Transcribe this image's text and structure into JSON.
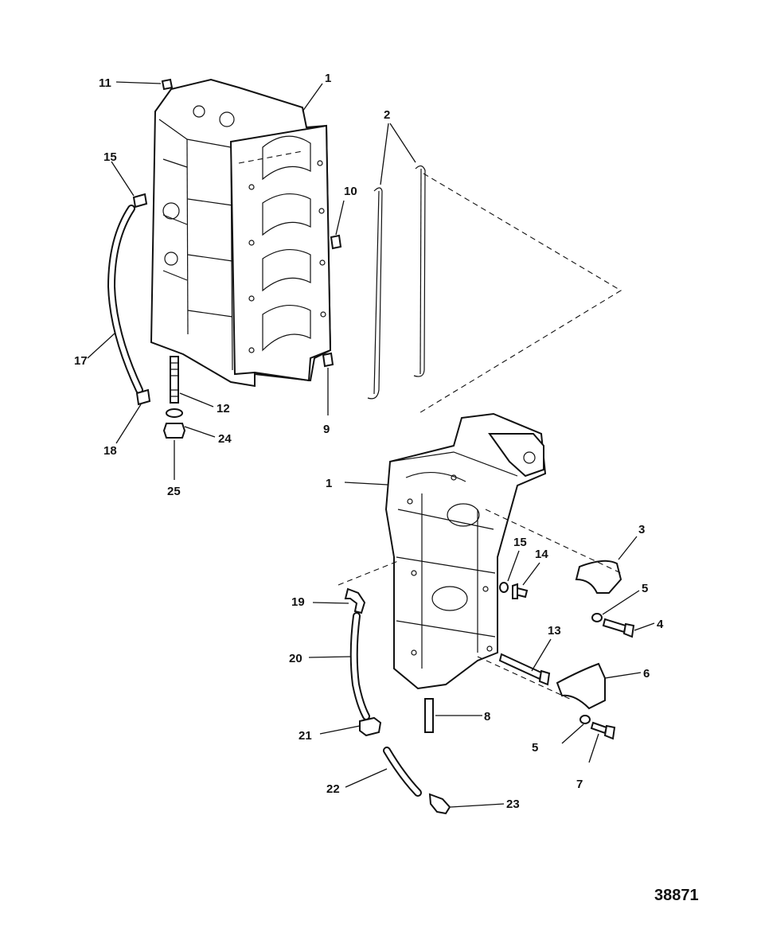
{
  "callouts": [
    {
      "id": "c1a",
      "label": "1"
    },
    {
      "id": "c1b",
      "label": "1"
    },
    {
      "id": "c2",
      "label": "2"
    },
    {
      "id": "c3",
      "label": "3"
    },
    {
      "id": "c4",
      "label": "4"
    },
    {
      "id": "c5a",
      "label": "5"
    },
    {
      "id": "c5b",
      "label": "5"
    },
    {
      "id": "c6",
      "label": "6"
    },
    {
      "id": "c7",
      "label": "7"
    },
    {
      "id": "c8",
      "label": "8"
    },
    {
      "id": "c9",
      "label": "9"
    },
    {
      "id": "c10",
      "label": "10"
    },
    {
      "id": "c11",
      "label": "11"
    },
    {
      "id": "c12",
      "label": "12"
    },
    {
      "id": "c13",
      "label": "13"
    },
    {
      "id": "c14",
      "label": "14"
    },
    {
      "id": "c15a",
      "label": "15"
    },
    {
      "id": "c15b",
      "label": "15"
    },
    {
      "id": "c17",
      "label": "17"
    },
    {
      "id": "c18",
      "label": "18"
    },
    {
      "id": "c19",
      "label": "19"
    },
    {
      "id": "c20",
      "label": "20"
    },
    {
      "id": "c21",
      "label": "21"
    },
    {
      "id": "c22",
      "label": "22"
    },
    {
      "id": "c23",
      "label": "23"
    },
    {
      "id": "c24",
      "label": "24"
    },
    {
      "id": "c25",
      "label": "25"
    }
  ],
  "figure_id": "38871"
}
